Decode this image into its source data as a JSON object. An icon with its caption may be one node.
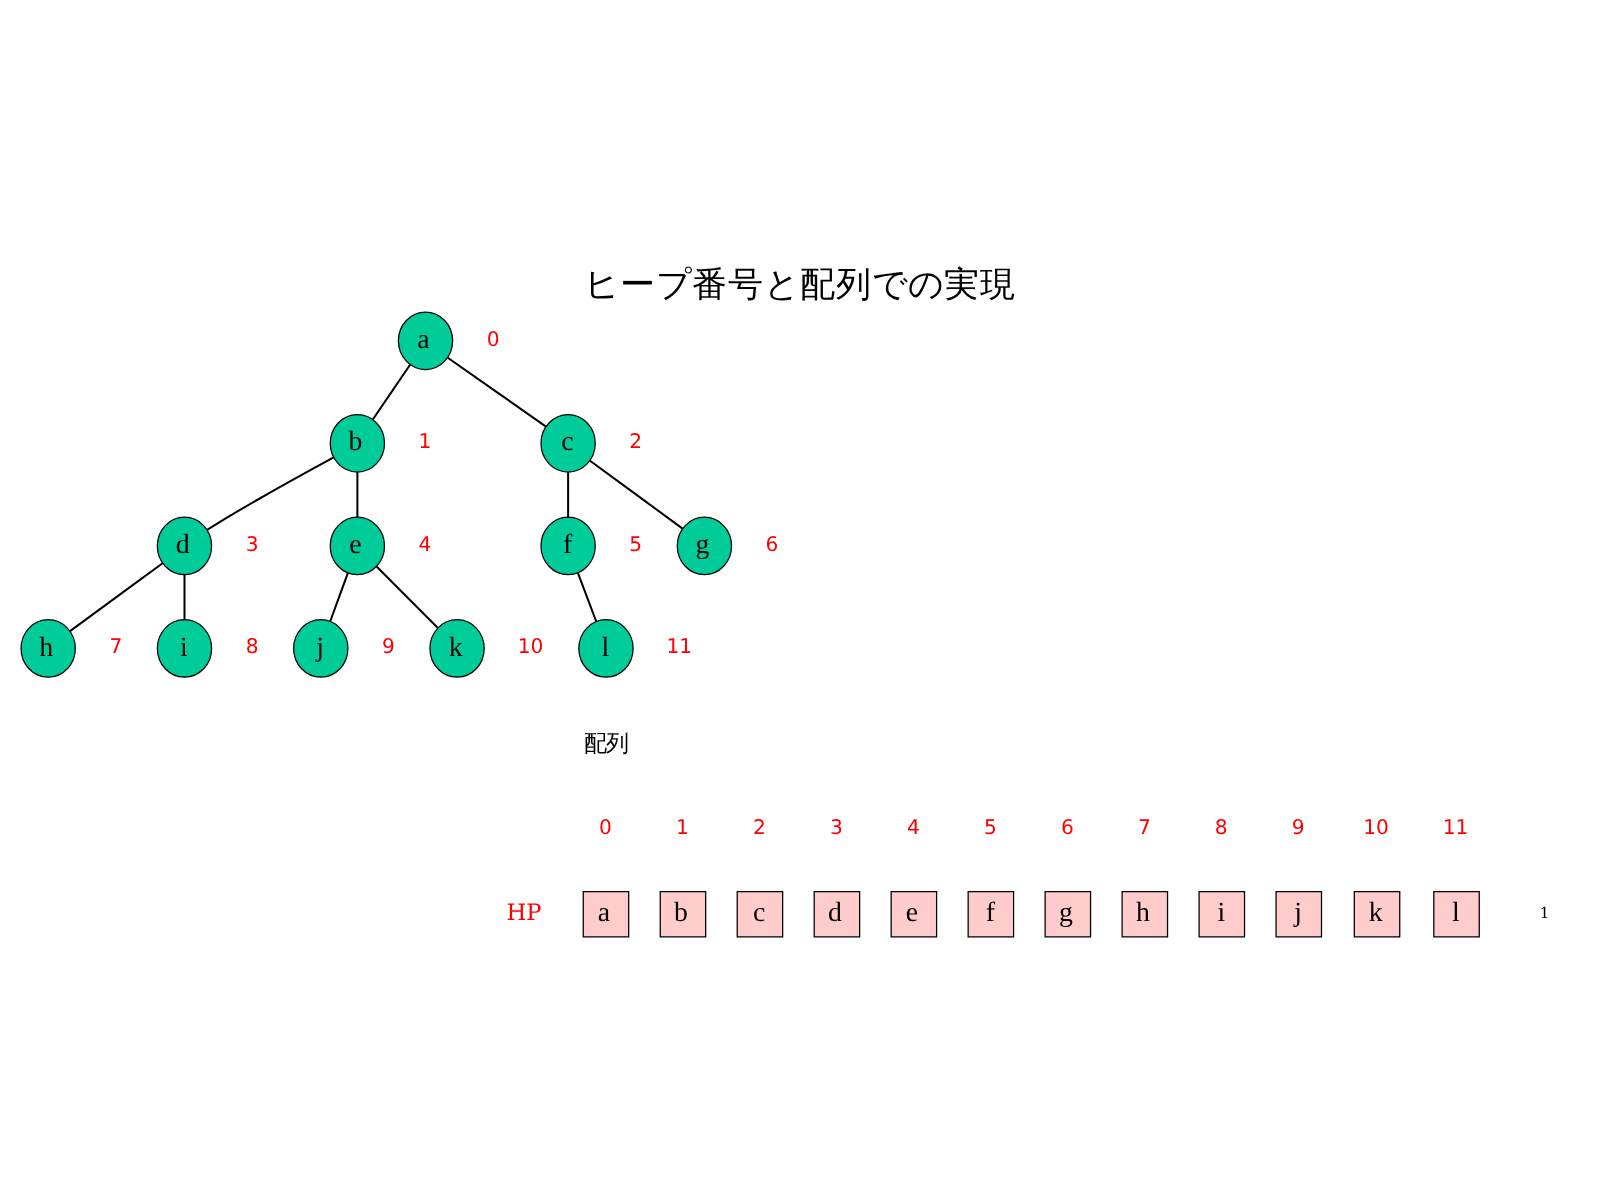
{
  "diagram": {
    "title": "ヒープ番号と配列での実現",
    "nodes": [
      {
        "text": [
          "a"
        ],
        "beside": [
          "0"
        ]
      },
      {
        "text": [
          "b"
        ],
        "beside": [
          "1"
        ]
      },
      {
        "text": [
          "c"
        ],
        "beside": [
          "2"
        ]
      },
      {
        "text": [
          "d"
        ],
        "beside": [
          "3"
        ]
      },
      {
        "text": [
          "e"
        ],
        "beside": [
          "4"
        ]
      },
      {
        "text": [
          "f"
        ],
        "beside": [
          "5"
        ]
      },
      {
        "text": [
          "g"
        ],
        "beside": [
          "6"
        ]
      },
      {
        "text": [
          "h"
        ],
        "beside": [
          "7"
        ]
      },
      {
        "text": [
          "i"
        ],
        "beside": [
          "8"
        ]
      },
      {
        "text": [
          "j"
        ],
        "beside": [
          "9"
        ]
      },
      {
        "text": [
          "k"
        ],
        "beside": [
          "10"
        ]
      },
      {
        "text": [
          "l"
        ],
        "beside": [
          "11"
        ]
      }
    ],
    "edges": [
      {
        "from": 0,
        "to": 1,
        "arrow": "none"
      },
      {
        "from": 0,
        "to": 2,
        "arrow": "none"
      },
      {
        "from": 1,
        "to": 3,
        "arrow": "none"
      },
      {
        "from": 1,
        "to": 4,
        "arrow": "none"
      },
      {
        "from": 2,
        "to": 5,
        "arrow": "none"
      },
      {
        "from": 2,
        "to": 6,
        "arrow": "none"
      },
      {
        "from": 3,
        "to": 7,
        "arrow": "none"
      },
      {
        "from": 3,
        "to": 8,
        "arrow": "none"
      },
      {
        "from": 4,
        "to": 9,
        "arrow": "none"
      },
      {
        "from": 4,
        "to": 10,
        "arrow": "none"
      },
      {
        "from": 5,
        "to": 11,
        "arrow": "none"
      }
    ],
    "labels": [
      "配列",
      "0",
      "1",
      "2",
      "3",
      "4",
      "5",
      "6",
      "7",
      "8",
      "9",
      "10",
      "11",
      "HP",
      "a",
      "b",
      "c",
      "d",
      "e",
      "f",
      "g",
      "h",
      "i",
      "j",
      "k",
      "l",
      "1"
    ]
  }
}
